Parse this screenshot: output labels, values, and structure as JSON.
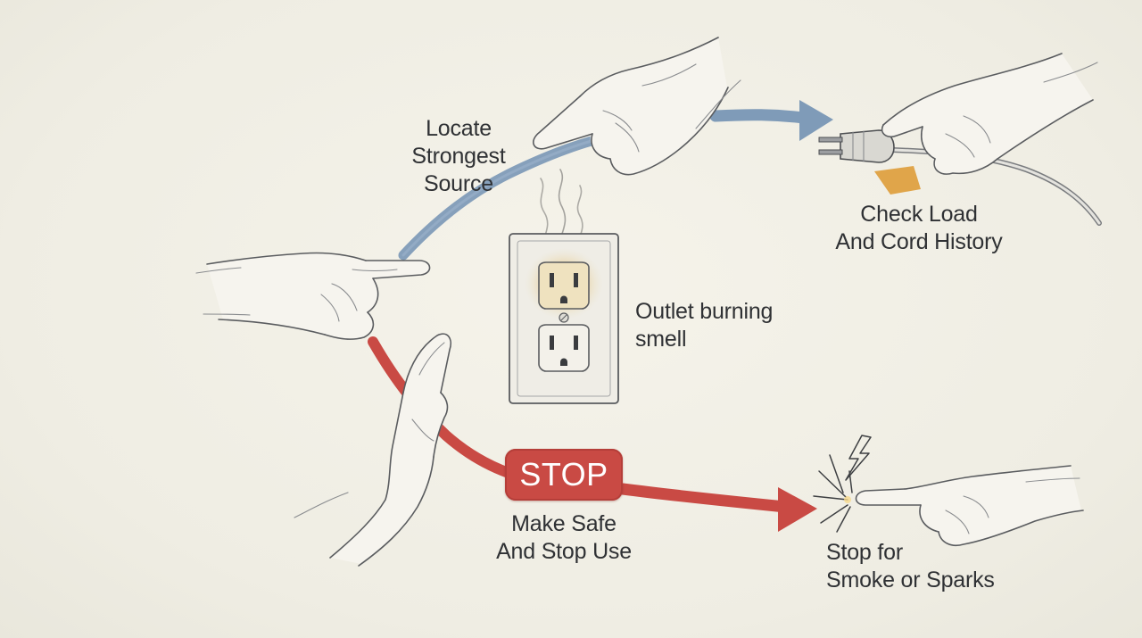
{
  "steps": {
    "locate": {
      "line1": "Locate",
      "line2": "Strongest",
      "line3": "Source"
    },
    "check": {
      "line1": "Check Load",
      "line2": "And Cord History"
    },
    "outlet": {
      "line1": "Outlet burning",
      "line2": "smell"
    },
    "stop_badge": "STOP",
    "make_safe": {
      "line1": "Make Safe",
      "line2": "And Stop Use"
    },
    "sparks": {
      "line1": "Stop for",
      "line2": "Smoke or Sparks"
    }
  },
  "colors": {
    "safe_path": "#7f9bb8",
    "danger_path": "#c94a44",
    "plug_tag": "#e0a54a",
    "background": "#f1efe6"
  },
  "icons": [
    "pointing-hand-icon",
    "plug-icon",
    "outlet-icon",
    "smoke-icon",
    "stop-hand-icon",
    "spark-icon",
    "lightning-icon"
  ]
}
